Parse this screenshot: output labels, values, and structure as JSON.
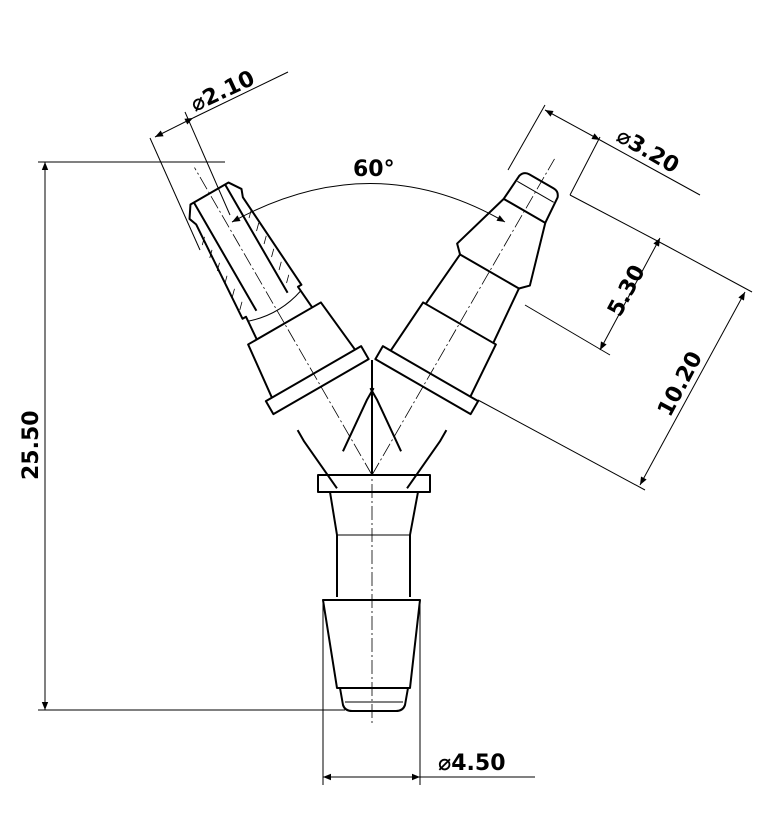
{
  "drawing": {
    "dimensions": {
      "overall_height": "25.50",
      "outlet_diameter": "4.50",
      "left_inlet_diameter": "2.10",
      "right_inlet_diameter": "3.20",
      "barb_length": "5.30",
      "arm_length": "10.20",
      "branch_angle": "60°"
    },
    "diameter_symbol": "⌀"
  }
}
